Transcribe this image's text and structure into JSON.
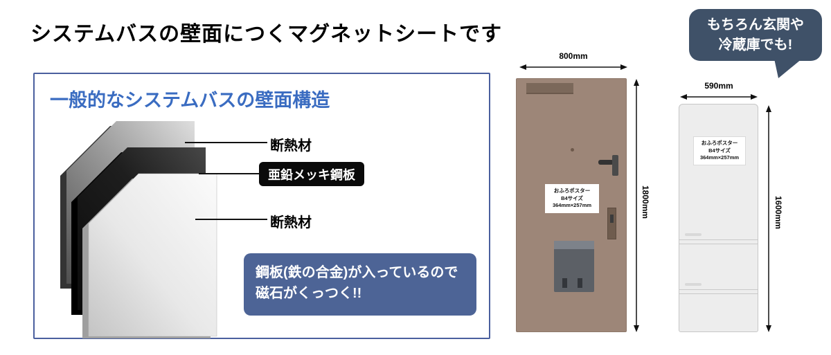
{
  "title": "システムバスの壁面につくマグネットシートです",
  "bubble": {
    "line1": "もちろん玄関や",
    "line2": "冷蔵庫でも!"
  },
  "panel": {
    "heading": "一般的なシステムバスの壁面構造",
    "layers": [
      {
        "label": "断熱材"
      },
      {
        "label": "亜鉛メッキ鋼板"
      },
      {
        "label": "断熱材"
      }
    ],
    "note": {
      "line1": "鋼板(鉄の合金)が入っているので",
      "line2": "磁石がくっつく!!"
    }
  },
  "door": {
    "width_label": "800mm",
    "height_label": "1800mm"
  },
  "fridge": {
    "width_label": "590mm",
    "height_label": "1600mm"
  },
  "poster_label": {
    "line1": "おふろポスター",
    "line2": "B4サイズ",
    "line3": "364mm×257mm"
  },
  "colors": {
    "heading_blue": "#3a6cc1",
    "note_box_bg": "#4d6496",
    "bubble_bg": "#3f5168",
    "panel_border": "#4a5f9e",
    "door_body": "#9d8678",
    "steel_chip_bg": "#0a0a0a"
  }
}
